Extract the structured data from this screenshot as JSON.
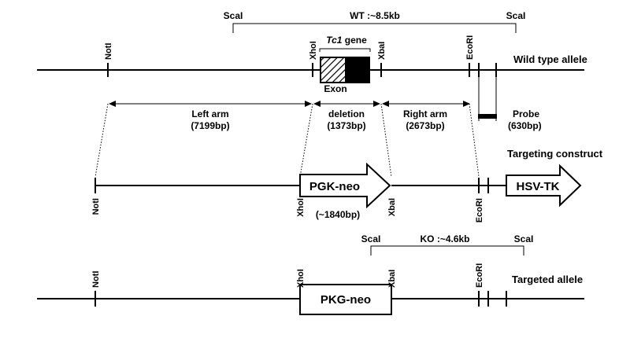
{
  "wt": {
    "scai_left": "ScaI",
    "label": "WT :~8.5kb",
    "scai_right": "ScaI",
    "gene_italic": "Tc1",
    "gene_rest": " gene",
    "exon": "Exon",
    "noti": "NotI",
    "xhoi": "XhoI",
    "xbai": "XbaI",
    "ecori": "EcoRI",
    "allele_title": "Wild type allele"
  },
  "arms": {
    "left_title": "Left arm",
    "left_size": "(7199bp)",
    "deletion_title": "deletion",
    "deletion_size": "(1373bp)",
    "right_title": "Right arm",
    "right_size": "(2673bp)",
    "probe_title": "Probe",
    "probe_size": "(630bp)"
  },
  "construct": {
    "title": "Targeting construct",
    "pgk_neo": "PGK-neo",
    "pgk_size": "(~1840bp)",
    "hsv_tk": "HSV-TK",
    "noti": "NotI",
    "xhoi": "XhoI",
    "xbai": "XbaI",
    "ecori": "EcoRI"
  },
  "targeted": {
    "scai_left": "ScaI",
    "ko_label": "KO :~4.6kb",
    "scai_right": "ScaI",
    "box": "PKG-neo",
    "noti": "NotI",
    "xhoi": "XhoI",
    "xbai": "XbaI",
    "ecori": "EcoRI",
    "allele_title": "Targeted allele"
  }
}
